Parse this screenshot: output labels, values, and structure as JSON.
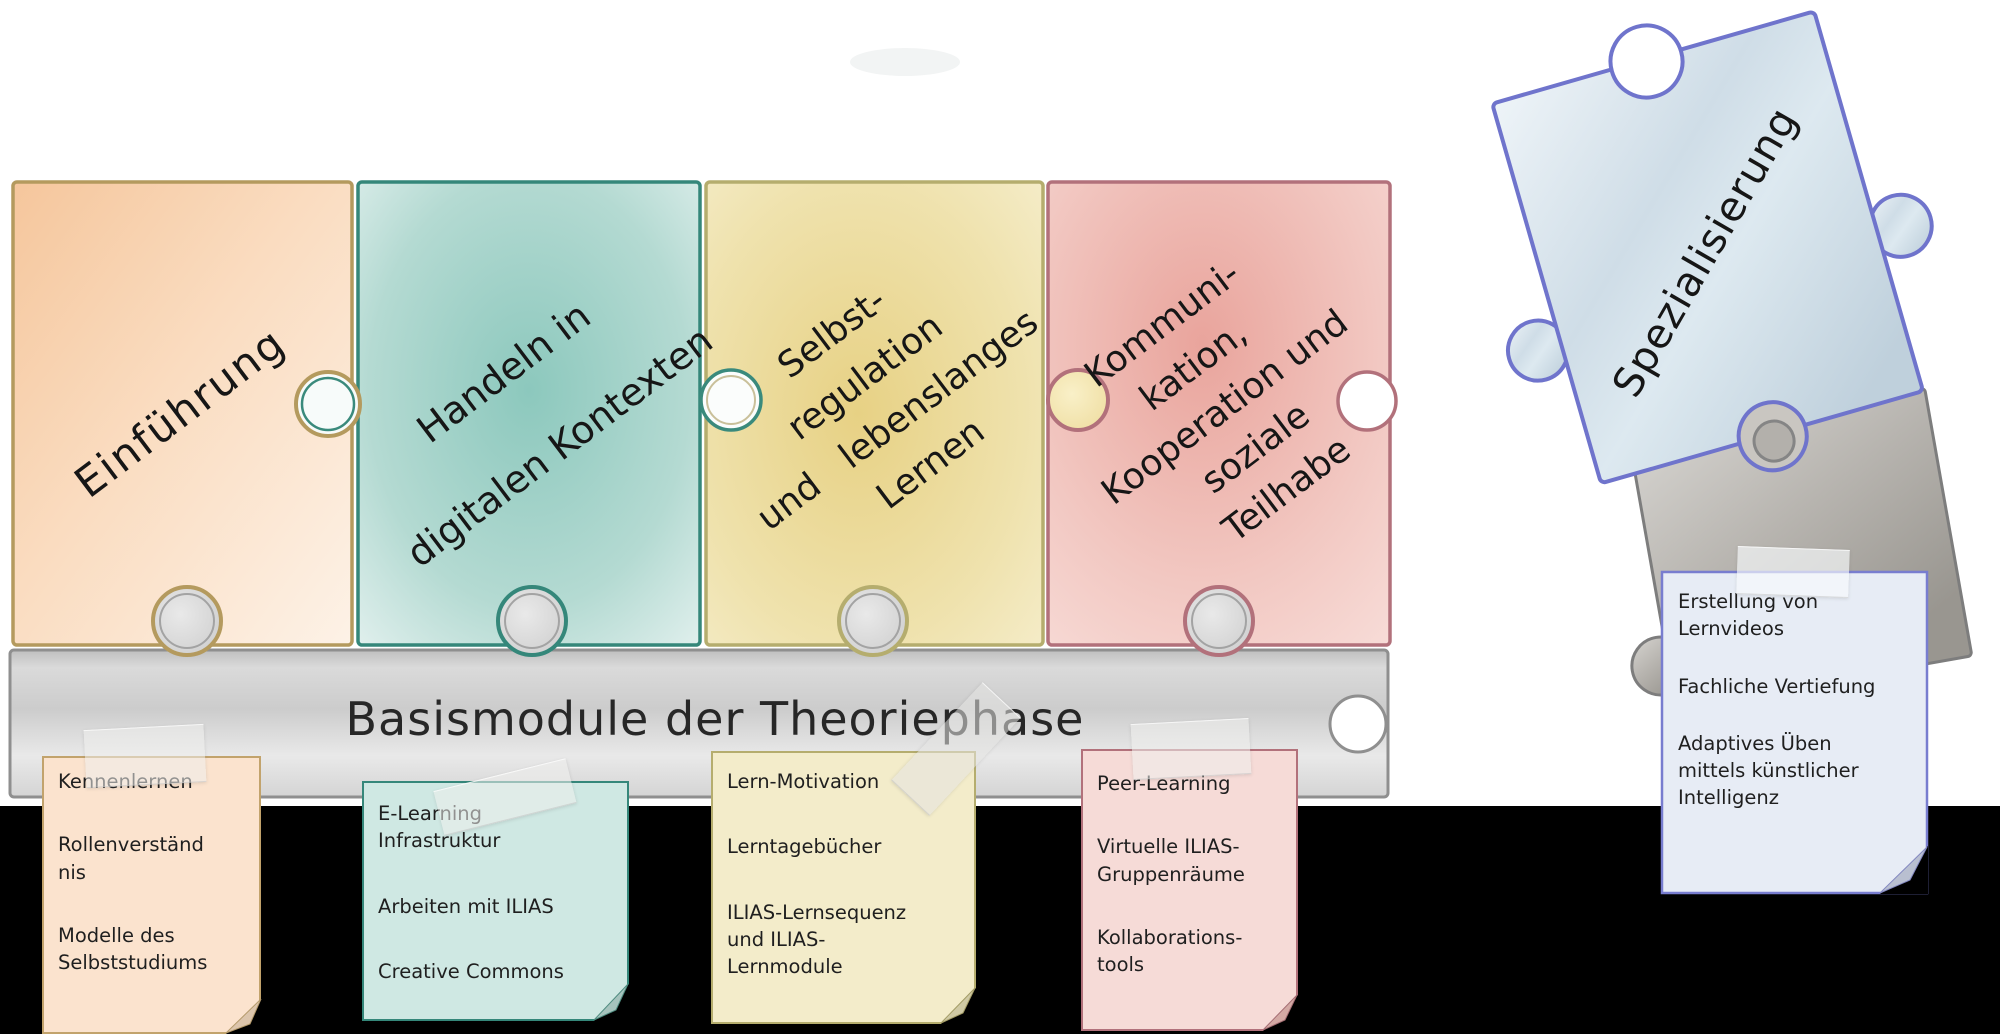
{
  "diagram": {
    "background_top": "#ffffff",
    "background_bottom": "#000000",
    "bar": {
      "label": "Basismodule der Theoriephase",
      "fill": "#d6d6d6",
      "border": "#8f8f8f"
    },
    "pieces": [
      {
        "id": "einfuehrung",
        "label": "Einführung",
        "fill": "#f8d4b3",
        "border": "#b49a5e"
      },
      {
        "id": "handeln",
        "label": "Handeln in\ndigitalen Kontexten",
        "fill": "#a9d6cd",
        "border": "#35877a"
      },
      {
        "id": "selbstregulation",
        "label": "Selbst-\nregulation\nund   lebenslanges\nLernen",
        "fill": "#eddc9f",
        "border": "#b5ad6e"
      },
      {
        "id": "kommunikation",
        "label": "Kommuni-\nkation,\nKooperation und\nsoziale\nTeilhabe",
        "fill": "#f0b9b2",
        "border": "#b2717b"
      },
      {
        "id": "spezialisierung",
        "label": "Spezialisierung",
        "fill": "#d8e4ec",
        "border": "#6f74cc"
      }
    ],
    "notes": [
      {
        "id": "note-einfuehrung",
        "fill": "#fbe3ce",
        "border": "#c2a36c",
        "items": [
          "Kennenlernen",
          "Rollenverständ\nnis",
          "Modelle des\nSelbststudiums"
        ]
      },
      {
        "id": "note-handeln",
        "fill": "#cfe8e3",
        "border": "#35877a",
        "items": [
          "E-Learning\nInfrastruktur",
          "Arbeiten mit ILIAS",
          "Creative Commons"
        ]
      },
      {
        "id": "note-selbstregulation",
        "fill": "#f3ecca",
        "border": "#b5ad6e",
        "items": [
          "Lern-Motivation",
          "Lerntagebücher",
          "ILIAS-Lernsequenz\nund ILIAS-\nLernmodule"
        ]
      },
      {
        "id": "note-kommunikation",
        "fill": "#f6dbd7",
        "border": "#b2717b",
        "items": [
          "Peer-Learning",
          "Virtuelle ILIAS-\nGruppenräume",
          "Kollaborations-\ntools"
        ]
      },
      {
        "id": "note-spezialisierung",
        "fill": "#e7ecf5",
        "border": "#787dcf",
        "items": [
          "Erstellung von\nLernvideos",
          "Fachliche Vertiefung",
          "Adaptives Üben\nmittels künstlicher\nIntelligenz"
        ]
      }
    ]
  }
}
